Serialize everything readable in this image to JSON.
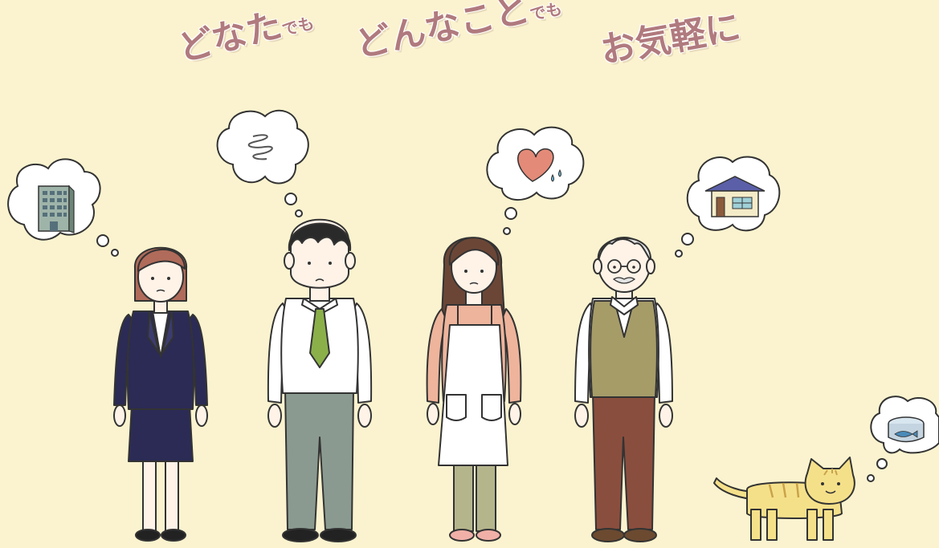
{
  "phrases": [
    {
      "main": "どなた",
      "small": "でも"
    },
    {
      "main": "どんなこと",
      "small": "でも"
    },
    {
      "main": "お気軽に",
      "small": ""
    }
  ],
  "colors": {
    "background": "#fbf3cf",
    "phrase_text": "#b07a7e",
    "outline": "#333333"
  },
  "figures": [
    "office-worker-woman",
    "salaryman-man",
    "apron-woman",
    "elderly-man",
    "cat"
  ],
  "thoughts": [
    "office-building-icon",
    "swirl-icon",
    "heart-icon",
    "house-icon",
    "fish-can-icon"
  ]
}
